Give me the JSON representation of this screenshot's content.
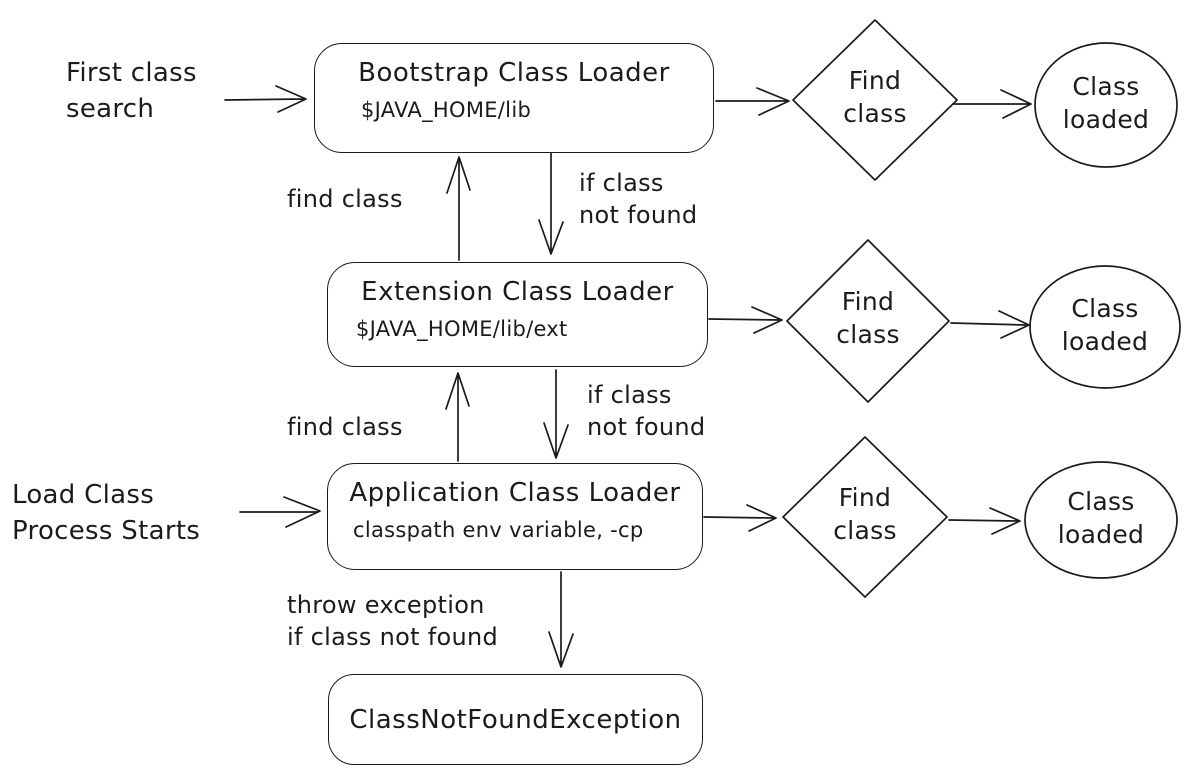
{
  "colors": {
    "background": "#ffffff",
    "stroke": "#1b1b1b",
    "text": "#1b1b1b"
  },
  "annotations": {
    "first_class_search": "First class\nsearch",
    "load_class_process_starts": "Load Class\nProcess Starts",
    "find_class_top": "find class",
    "if_class_not_found_top": "if class\nnot found",
    "find_class_bottom": "find class",
    "if_class_not_found_bottom": "if class\nnot found",
    "throw_exception": "throw exception\nif class not found"
  },
  "loaders": [
    {
      "title": "Bootstrap Class Loader",
      "subtitle": "$JAVA_HOME/lib"
    },
    {
      "title": "Extension Class Loader",
      "subtitle": "$JAVA_HOME/lib/ext"
    },
    {
      "title": "Application Class Loader",
      "subtitle": "classpath env variable, -cp"
    }
  ],
  "decisions": [
    {
      "label": "Find\nclass"
    },
    {
      "label": "Find\nclass"
    },
    {
      "label": "Find\nclass"
    }
  ],
  "terminals": [
    {
      "label": "Class\nloaded"
    },
    {
      "label": "Class\nloaded"
    },
    {
      "label": "Class\nloaded"
    }
  ],
  "exception": {
    "title": "ClassNotFoundException"
  }
}
